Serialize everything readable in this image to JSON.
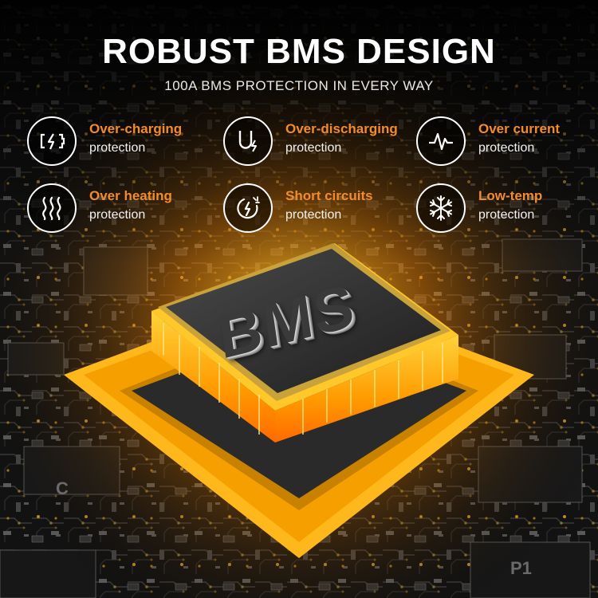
{
  "header": {
    "title": "ROBUST BMS DESIGN",
    "subtitle": "100A BMS PROTECTION IN EVERY WAY"
  },
  "features": [
    {
      "title": "Over-charging",
      "subtitle": "protection",
      "icon": "battery-charging-icon"
    },
    {
      "title": "Over-discharging",
      "subtitle": "protection",
      "icon": "magnet-discharge-icon"
    },
    {
      "title": "Over current",
      "subtitle": "protection",
      "icon": "current-wave-icon"
    },
    {
      "title": "Over heating",
      "subtitle": "protection",
      "icon": "heat-waves-icon"
    },
    {
      "title": "Short circuits",
      "subtitle": "protection",
      "icon": "short-circuit-icon"
    },
    {
      "title": "Low-temp",
      "subtitle": "protection",
      "icon": "snowflake-icon"
    }
  ],
  "chip": {
    "label": "BMS"
  },
  "board": {
    "mark_left": "C",
    "mark_right": "P1"
  },
  "colors": {
    "accent": "#f28c2a",
    "glow": "#ffb000",
    "background": "#0b0b0b"
  }
}
